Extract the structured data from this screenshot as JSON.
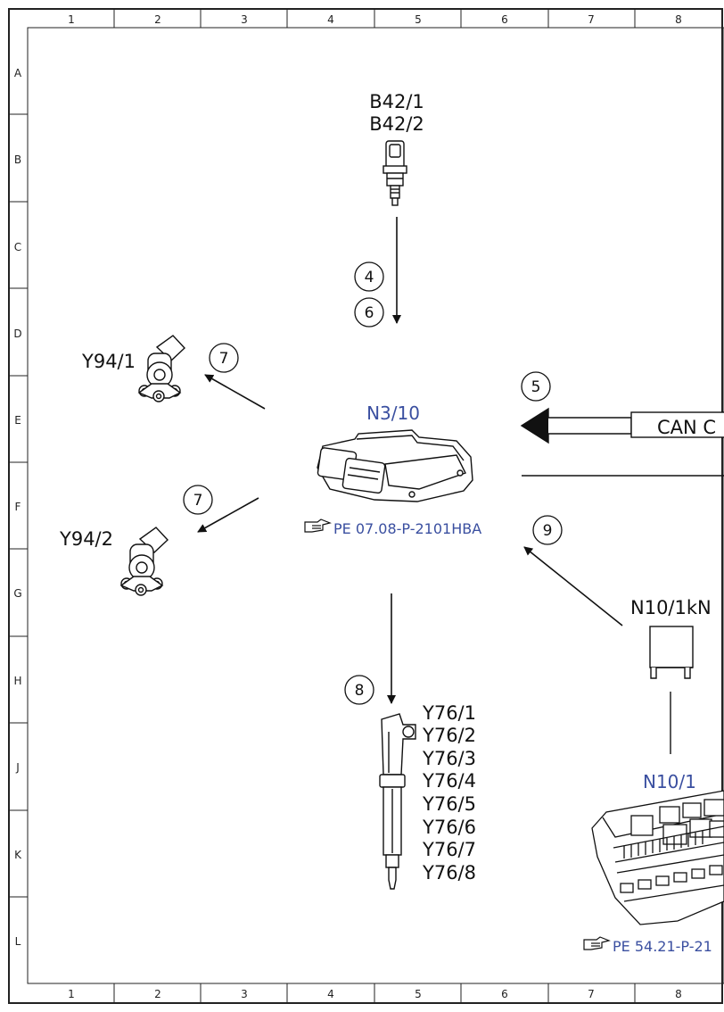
{
  "grid": {
    "columns": [
      "1",
      "2",
      "3",
      "4",
      "5",
      "6",
      "7",
      "8"
    ],
    "rows": [
      "A",
      "B",
      "C",
      "D",
      "E",
      "F",
      "G",
      "H",
      "J",
      "K",
      "L"
    ]
  },
  "components": {
    "pressure_sensor": {
      "label_1": "B42/1",
      "label_2": "B42/2"
    },
    "valve_1": {
      "label": "Y94/1"
    },
    "valve_2": {
      "label": "Y94/2"
    },
    "ecu": {
      "label": "N3/10",
      "reference": "PE 07.08-P-2101HBA"
    },
    "relay": {
      "label": "N10/1kN"
    },
    "sam": {
      "label": "N10/1",
      "reference": "PE 54.21-P-21"
    },
    "injectors": {
      "labels": [
        "Y76/1",
        "Y76/2",
        "Y76/3",
        "Y76/4",
        "Y76/5",
        "Y76/6",
        "Y76/7",
        "Y76/8"
      ]
    },
    "can_box": {
      "label": "CAN C"
    }
  },
  "callouts": {
    "n4": "4",
    "n5": "5",
    "n6": "6",
    "n7a": "7",
    "n7b": "7",
    "n8": "8",
    "n9": "9"
  },
  "icons": {
    "reference": "pointing-hand-icon"
  },
  "colors": {
    "link_blue": "#3a4fa0",
    "line": "#111111"
  }
}
